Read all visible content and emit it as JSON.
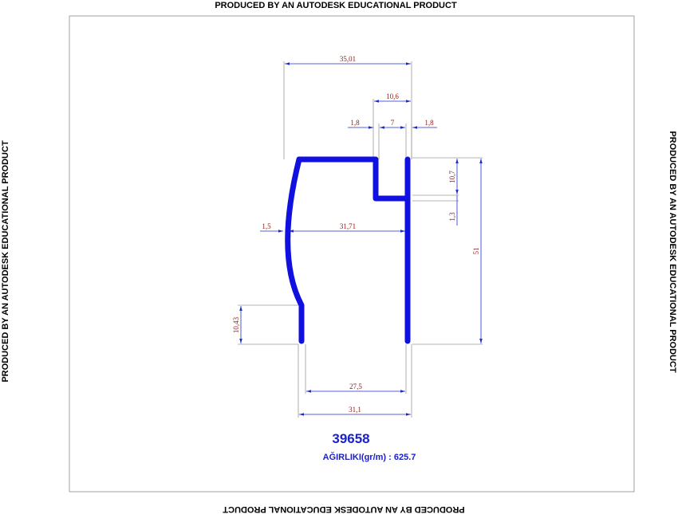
{
  "watermark": "PRODUCED BY AN AUTODESK EDUCATIONAL PRODUCT",
  "part_number": "39658",
  "weight_label": "AĞIRLIKI(gr/m) : 625.7",
  "dimensions": {
    "overall_top_width": "35,01",
    "slot_width": "10,6",
    "wall_left": "1,8",
    "slot_inner": "7",
    "wall_right": "1,8",
    "slot_depth": "10,7",
    "slot_wall": "1,3",
    "total_height": "51",
    "curve_offset": "1,5",
    "inner_width": "31,71",
    "leg_height": "10,43",
    "bottom_inner": "27,5",
    "bottom_outer": "31,1"
  },
  "colors": {
    "profile": "#1010e0",
    "dimension_line": "#1c2fc9",
    "dimension_text": "#8b1a1a",
    "title_text": "#1a22c8"
  }
}
